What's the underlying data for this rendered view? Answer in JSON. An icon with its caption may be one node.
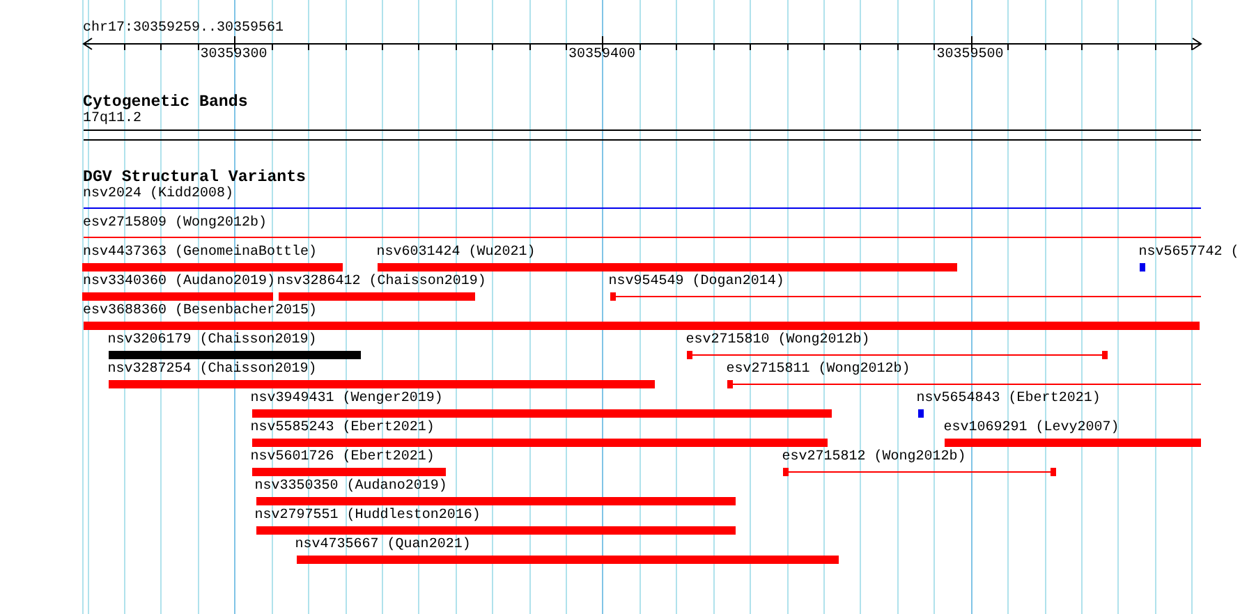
{
  "diagram": {
    "nodes": [
      {
        "text": [
          "17q11.2"
        ]
      },
      {
        "text": [
          "nsv2024 (Kidd2008)"
        ]
      },
      {
        "text": [
          "esv2715809 (Wong2012b)"
        ]
      },
      {
        "text": [
          "nsv4437363 (GenomeinaBottle)"
        ]
      },
      {
        "text": [
          "nsv6031424 (Wu2021)"
        ]
      },
      {
        "text": [
          "nsv5657742 ("
        ]
      },
      {
        "text": [
          "nsv3340360 (Audano2019)"
        ]
      },
      {
        "text": [
          "nsv3286412 (Chaisson2019)"
        ]
      },
      {
        "text": [
          "nsv954549 (Dogan2014)"
        ]
      },
      {
        "text": [
          "esv3688360 (Besenbacher2015)"
        ]
      },
      {
        "text": [
          "nsv3206179 (Chaisson2019)"
        ]
      },
      {
        "text": [
          "esv2715810 (Wong2012b)"
        ]
      },
      {
        "text": [
          "nsv3287254 (Chaisson2019)"
        ]
      },
      {
        "text": [
          "esv2715811 (Wong2012b)"
        ]
      },
      {
        "text": [
          "nsv3949431 (Wenger2019)"
        ]
      },
      {
        "text": [
          "nsv5654843 (Ebert2021)"
        ]
      },
      {
        "text": [
          "nsv5585243 (Ebert2021)"
        ]
      },
      {
        "text": [
          "esv1069291 (Levy2007)"
        ]
      },
      {
        "text": [
          "nsv5601726 (Ebert2021)"
        ]
      },
      {
        "text": [
          "esv2715812 (Wong2012b)"
        ]
      },
      {
        "text": [
          "nsv3350350 (Audano2019)"
        ]
      },
      {
        "text": [
          "nsv2797551 (Huddleston2016)"
        ]
      },
      {
        "text": [
          "nsv4735667 (Quan2021)"
        ]
      }
    ],
    "labels": [
      "chr17:30359259..30359561",
      "30359300",
      "30359400",
      "30359500",
      "Cytogenetic Bands",
      "DGV Structural Variants"
    ]
  }
}
